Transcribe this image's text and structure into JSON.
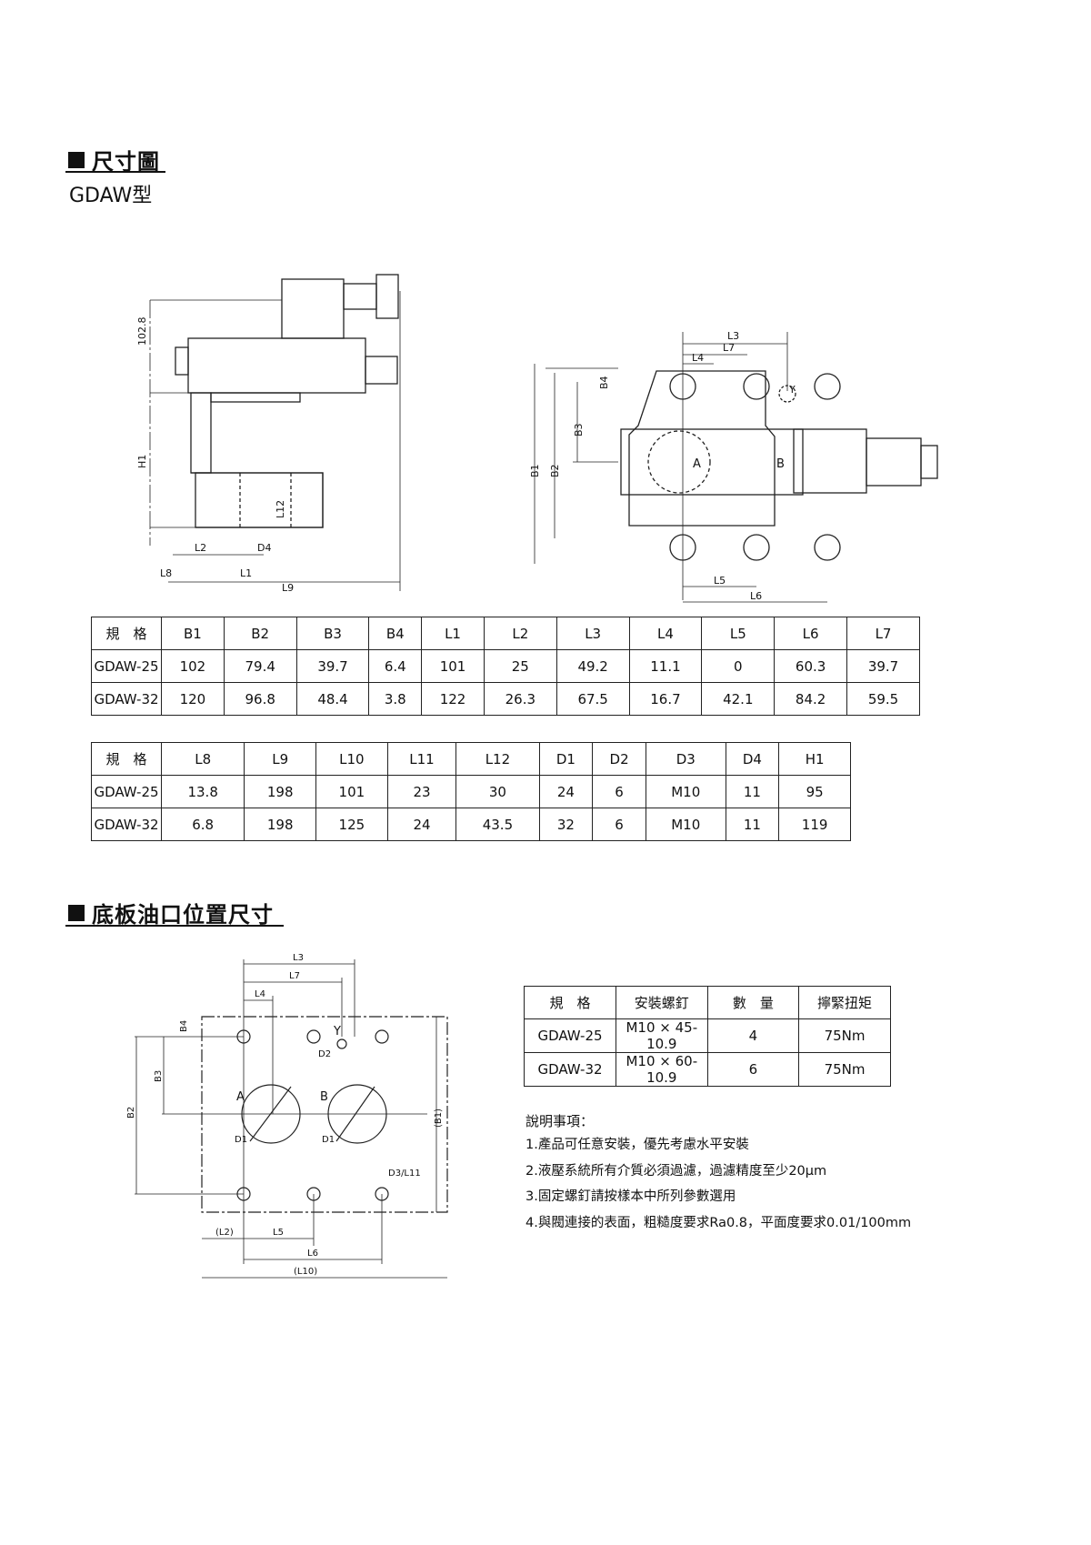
{
  "section1": {
    "title": "尺寸圖",
    "subtitle": "GDAW型"
  },
  "side_view_labels": {
    "h_top": "102.8",
    "h1": "H1",
    "l12": "L12",
    "l2": "L2",
    "d4": "D4",
    "l8": "L8",
    "l1": "L1",
    "l9": "L9"
  },
  "top_view_labels": {
    "l3": "L3",
    "l7": "L7",
    "l4": "L4",
    "b4": "B4",
    "b3": "B3",
    "b1": "B1",
    "b2": "B2",
    "a": "A",
    "b": "B",
    "y": "Y",
    "l5": "L5",
    "l6": "L6"
  },
  "table1": {
    "headers": [
      "規　格",
      "B1",
      "B2",
      "B3",
      "B4",
      "L1",
      "L2",
      "L3",
      "L4",
      "L5",
      "L6",
      "L7"
    ],
    "rows": [
      [
        "GDAW-25",
        "102",
        "79.4",
        "39.7",
        "6.4",
        "101",
        "25",
        "49.2",
        "11.1",
        "0",
        "60.3",
        "39.7"
      ],
      [
        "GDAW-32",
        "120",
        "96.8",
        "48.4",
        "3.8",
        "122",
        "26.3",
        "67.5",
        "16.7",
        "42.1",
        "84.2",
        "59.5"
      ]
    ]
  },
  "table2": {
    "headers": [
      "規　格",
      "L8",
      "L9",
      "L10",
      "L11",
      "L12",
      "D1",
      "D2",
      "D3",
      "D4",
      "H1"
    ],
    "rows": [
      [
        "GDAW-25",
        "13.8",
        "198",
        "101",
        "23",
        "30",
        "24",
        "6",
        "M10",
        "11",
        "95"
      ],
      [
        "GDAW-32",
        "6.8",
        "198",
        "125",
        "24",
        "43.5",
        "32",
        "6",
        "M10",
        "11",
        "119"
      ]
    ]
  },
  "section2": {
    "title": "底板油口位置尺寸"
  },
  "plate_labels": {
    "l3": "L3",
    "l7": "L7",
    "l4": "L4",
    "b4": "B4",
    "b3": "B3",
    "b2": "B2",
    "b1": "(B1)",
    "y": "Y",
    "d2": "D2",
    "a": "A",
    "b": "B",
    "d1a": "D1",
    "d1b": "D1",
    "d3l11": "D3/L11",
    "l2": "(L2)",
    "l5": "L5",
    "l6": "L6",
    "l10": "(L10)"
  },
  "table3": {
    "headers": [
      "規　格",
      "安裝螺釘",
      "數　量",
      "擰緊扭矩"
    ],
    "rows": [
      [
        "GDAW-25",
        "M10 × 45-10.9",
        "4",
        "75Nm"
      ],
      [
        "GDAW-32",
        "M10 × 60-10.9",
        "6",
        "75Nm"
      ]
    ]
  },
  "notes": {
    "title": "說明事項：",
    "items": [
      "1.產品可任意安裝，優先考慮水平安裝",
      "2.液壓系統所有介質必須過濾，過濾精度至少20μm",
      "3.固定螺釘請按樣本中所列參數選用",
      "4.與閥連接的表面，粗糙度要求Ra0.8，平面度要求0.01/100mm"
    ]
  }
}
